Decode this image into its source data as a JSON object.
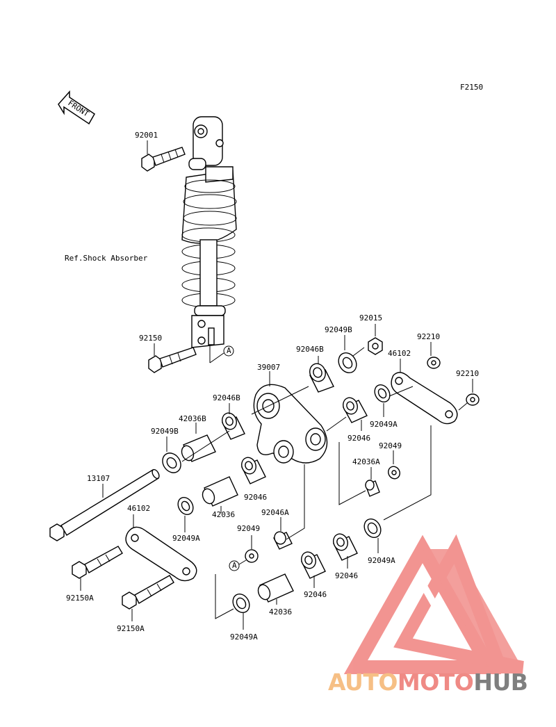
{
  "code": "F2150",
  "front_label": "FRONT",
  "ref_note": "Ref.Shock Absorber",
  "marker": "A",
  "part_labels": [
    {
      "id": "92001",
      "text": "92001"
    },
    {
      "id": "92150",
      "text": "92150"
    },
    {
      "id": "92015",
      "text": "92015"
    },
    {
      "id": "92049B-top",
      "text": "92049B"
    },
    {
      "id": "92210-top",
      "text": "92210"
    },
    {
      "id": "92046B-top",
      "text": "92046B"
    },
    {
      "id": "46102-top",
      "text": "46102"
    },
    {
      "id": "39007",
      "text": "39007"
    },
    {
      "id": "92210-right",
      "text": "92210"
    },
    {
      "id": "92046B-left",
      "text": "92046B"
    },
    {
      "id": "42036B",
      "text": "42036B"
    },
    {
      "id": "92049A-right",
      "text": "92049A"
    },
    {
      "id": "92049B-left",
      "text": "92049B"
    },
    {
      "id": "92046-right",
      "text": "92046"
    },
    {
      "id": "92049-right",
      "text": "92049"
    },
    {
      "id": "42036A",
      "text": "42036A"
    },
    {
      "id": "13107",
      "text": "13107"
    },
    {
      "id": "92046-mid",
      "text": "92046"
    },
    {
      "id": "46102-bottom",
      "text": "46102"
    },
    {
      "id": "42036-mid",
      "text": "42036"
    },
    {
      "id": "92046A",
      "text": "92046A"
    },
    {
      "id": "92049A-mid",
      "text": "92049A"
    },
    {
      "id": "92049-mid",
      "text": "92049"
    },
    {
      "id": "92049A-lowright",
      "text": "92049A"
    },
    {
      "id": "92046-lowright",
      "text": "92046"
    },
    {
      "id": "92150A-upper",
      "text": "92150A"
    },
    {
      "id": "92046-lowmid",
      "text": "92046"
    },
    {
      "id": "42036-low",
      "text": "42036"
    },
    {
      "id": "92150A-lower",
      "text": "92150A"
    },
    {
      "id": "92049A-bottom",
      "text": "92049A"
    }
  ],
  "watermark": {
    "brand_part1": "AUTO",
    "brand_part2": "MOTO",
    "brand_part3": "HUB",
    "color1": "#f6bf85",
    "color2": "#ef8a85",
    "color3": "#7f7f7f",
    "triangle_color": "#f28f8c"
  }
}
